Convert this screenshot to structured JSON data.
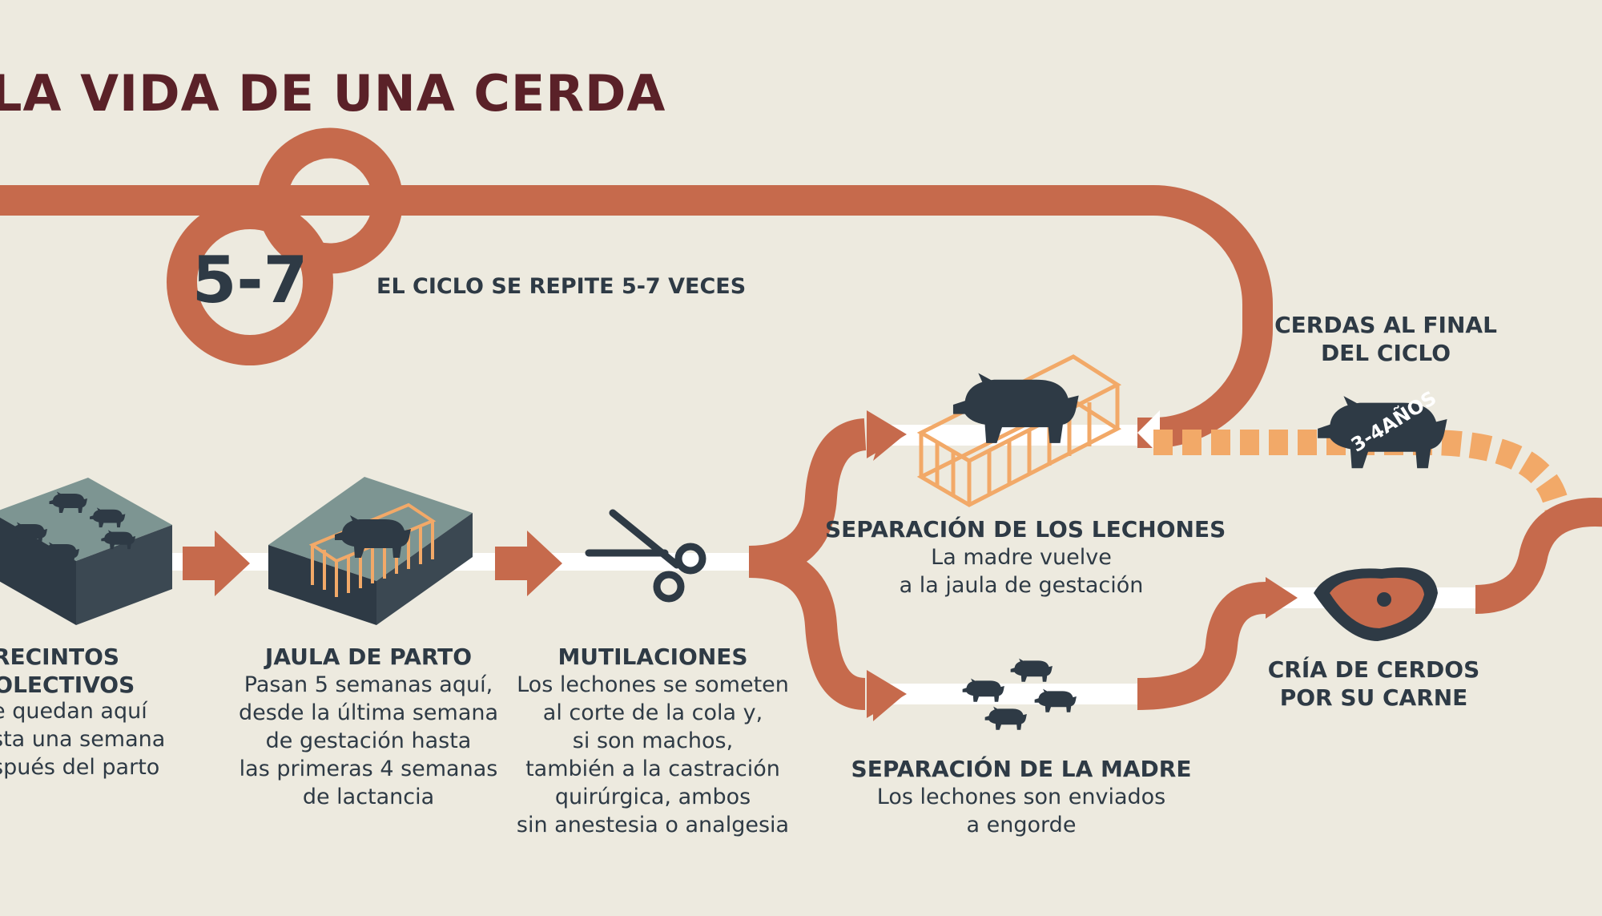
{
  "title": "LA VIDA DE UNA CERDA",
  "cycle": {
    "badge": "5-7",
    "label": "EL CICLO SE REPITE 5-7 VECES"
  },
  "colors": {
    "background": "#edeadf",
    "path": "#c66a4c",
    "dark": "#2e3a45",
    "dashed": "#f2a968",
    "title": "#5a2128"
  },
  "steps": {
    "recintos": {
      "heading": [
        "RECINTOS",
        "COLECTIVOS"
      ],
      "desc": [
        "e quedan aquí",
        "sta una semana",
        "spués del parto"
      ]
    },
    "jaula_parto": {
      "heading": "JAULA DE PARTO",
      "desc": [
        "Pasan 5 semanas aquí,",
        "desde la última semana",
        "de gestación hasta",
        "las primeras 4 semanas",
        "de lactancia"
      ]
    },
    "mutilaciones": {
      "heading": "MUTILACIONES",
      "desc": [
        "Los lechones se someten",
        "al corte de la cola y,",
        "si son machos,",
        "también a la castración",
        "quirúrgica, ambos",
        "sin anestesia o analgesia"
      ]
    },
    "separacion_lechones": {
      "heading": "SEPARACIÓN DE LOS LECHONES",
      "desc": [
        "La madre vuelve",
        "a la jaula de gestación"
      ]
    },
    "separacion_madre": {
      "heading": "SEPARACIÓN DE LA MADRE",
      "desc": [
        "Los lechones son enviados",
        "a engorde"
      ]
    },
    "cerdas_final": {
      "heading": [
        "CERDAS AL FINAL",
        "DEL CICLO"
      ],
      "badge": "3-4AÑOS"
    },
    "cria_cerdos": {
      "heading": [
        "CRÍA DE CERDOS",
        "POR SU CARNE"
      ]
    }
  }
}
